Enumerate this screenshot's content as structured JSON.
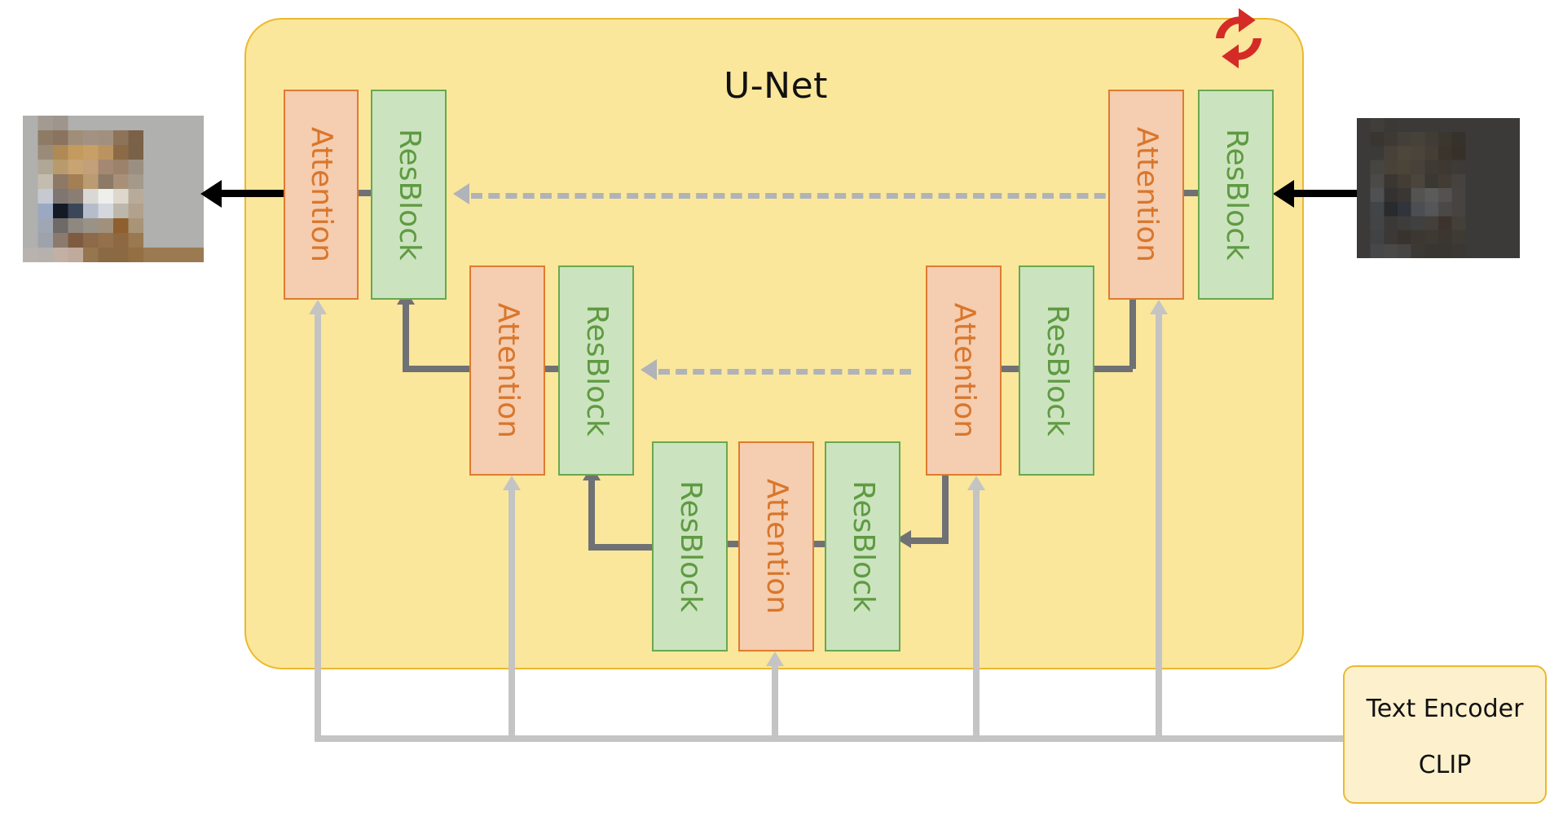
{
  "diagram": {
    "title": "U-Net",
    "icon": "refresh-loop-icon",
    "accent_container_fill": "#fae79b",
    "accent_container_border": "#edb82e",
    "attention_fill": "#f5cdb0",
    "attention_border": "#df7b30",
    "attention_text_color": "#d9762b",
    "resblock_fill": "#cbe4bf",
    "resblock_border": "#69a84f",
    "resblock_text_color": "#5f9a42",
    "icon_color": "#d42b26"
  },
  "labels": {
    "attention": "Attention",
    "resblock": "ResBlock"
  },
  "blocks": [
    {
      "id": "attn-out",
      "type": "attention",
      "label": "Attention",
      "level": 1,
      "side": "left"
    },
    {
      "id": "res-out",
      "type": "resblock",
      "label": "ResBlock",
      "level": 1,
      "side": "left"
    },
    {
      "id": "attn-l2-l",
      "type": "attention",
      "label": "Attention",
      "level": 2,
      "side": "left"
    },
    {
      "id": "res-l2-l",
      "type": "resblock",
      "label": "ResBlock",
      "level": 2,
      "side": "left"
    },
    {
      "id": "res-l3-l",
      "type": "resblock",
      "label": "ResBlock",
      "level": 3,
      "side": "bottom"
    },
    {
      "id": "attn-l3",
      "type": "attention",
      "label": "Attention",
      "level": 3,
      "side": "bottom"
    },
    {
      "id": "res-l3-r",
      "type": "resblock",
      "label": "ResBlock",
      "level": 3,
      "side": "bottom"
    },
    {
      "id": "attn-l2-r",
      "type": "attention",
      "label": "Attention",
      "level": 2,
      "side": "right"
    },
    {
      "id": "res-l2-r",
      "type": "resblock",
      "label": "ResBlock",
      "level": 2,
      "side": "right"
    },
    {
      "id": "attn-in",
      "type": "attention",
      "label": "Attention",
      "level": 1,
      "side": "right"
    },
    {
      "id": "res-in",
      "type": "resblock",
      "label": "ResBlock",
      "level": 1,
      "side": "right"
    }
  ],
  "text_encoder": {
    "line1": "Text Encoder",
    "line2": "CLIP"
  },
  "images": {
    "output": "denoised-fox-image",
    "input": "noisy-latent-image"
  }
}
